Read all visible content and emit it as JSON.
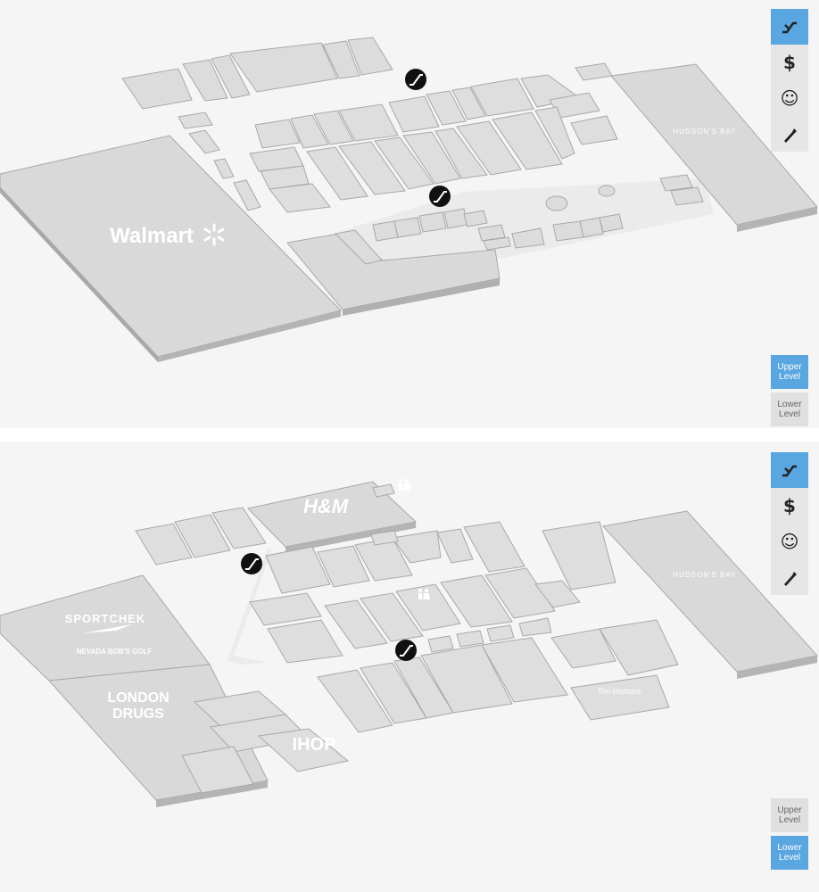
{
  "toolbar": {
    "items": [
      {
        "name": "escalator",
        "icon": "escalator-icon",
        "active": true
      },
      {
        "name": "atm",
        "icon": "dollar-icon",
        "glyph": "$",
        "active": false
      },
      {
        "name": "guest-services",
        "icon": "smiley-icon",
        "glyph": "☺",
        "active": false
      },
      {
        "name": "washrooms",
        "icon": "bottle-icon",
        "active": false
      }
    ]
  },
  "levels": {
    "upper": "Upper\nLevel",
    "lower": "Lower\nLevel"
  },
  "upper_map": {
    "selected_level": "upper",
    "stores": {
      "walmart": "Walmart",
      "hudsons_bay": "HUDSON'S BAY"
    }
  },
  "lower_map": {
    "selected_level": "lower",
    "stores": {
      "hm": "H&M",
      "sportchek": "SPORTCHEK",
      "nevada_bobs": "NEVADA BOB'S GOLF",
      "london_drugs_1": "LONDON",
      "london_drugs_2": "DRUGS",
      "ihop": "IHOP",
      "hudsons_bay": "HUDSON'S BAY",
      "tim_hortons": "Tim Hortons"
    }
  },
  "colors": {
    "background": "#f5f5f5",
    "block_top": "#e2e2e2",
    "block_side": "#a9a9a9",
    "accent": "#5aa6e0",
    "marker": "#111111"
  }
}
